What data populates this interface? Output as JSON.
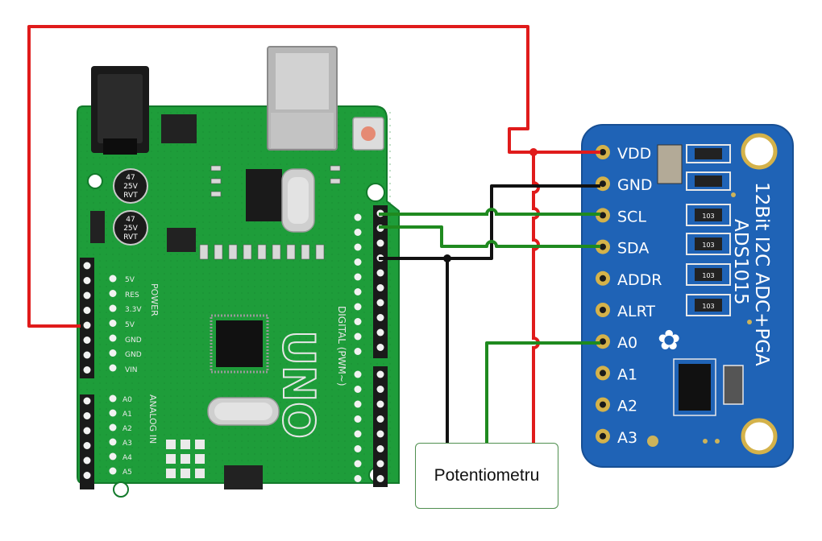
{
  "arduino": {
    "model": "UNO",
    "analog_in_label": "ANALOG IN",
    "power_label": "POWER",
    "digital_label": "DIGITAL (PWM~)",
    "cap_label_1": "47",
    "cap_label_2": "25V",
    "cap_label_3": "RVT",
    "power_pins": [
      "5V",
      "RES",
      "3.3V",
      "5V",
      "GND",
      "GND",
      "VIN"
    ],
    "analog_pins": [
      "A0",
      "A1",
      "A2",
      "A3",
      "A4",
      "A5"
    ],
    "board_color": "#1e9d3a"
  },
  "adc_board": {
    "title_line1": "12Bit I2C ADC+PGA",
    "title_line2": "ADS1015",
    "pins": [
      "VDD",
      "GND",
      "SCL",
      "SDA",
      "ADDR",
      "ALRT",
      "A0",
      "A1",
      "A2",
      "A3"
    ],
    "resistor_code": "103",
    "board_color": "#1f63b6"
  },
  "potentiometer": {
    "label": "Potentiometru"
  },
  "wire_colors": {
    "power": "#e01b1b",
    "ground": "#111111",
    "signal": "#1f8a1f"
  }
}
